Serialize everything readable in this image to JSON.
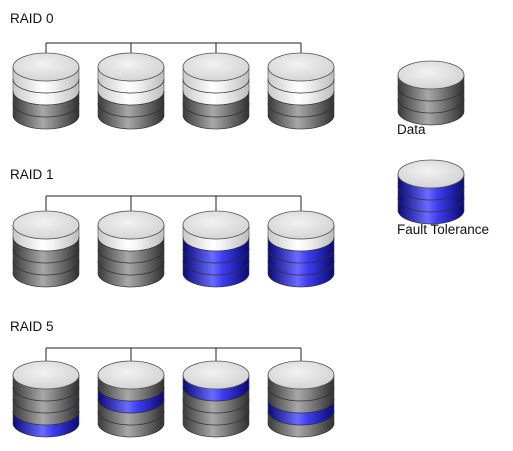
{
  "colors": {
    "data": "#7f7f7f",
    "fault_tolerance": "#2b2bd6",
    "white_layer": "#ececec",
    "top": "#e2e2e2",
    "connector": "#222222"
  },
  "legend": {
    "data_label": "Data",
    "fault_label": "Fault Tolerance",
    "data_icon": "gray-disk-stack-icon",
    "fault_icon": "blue-disk-stack-icon"
  },
  "raid_groups": [
    {
      "label": "RAID 0",
      "disks": [
        [
          "white",
          "white",
          "data",
          "data"
        ],
        [
          "white",
          "white",
          "data",
          "data"
        ],
        [
          "white",
          "white",
          "data",
          "data"
        ],
        [
          "white",
          "white",
          "data",
          "data"
        ]
      ]
    },
    {
      "label": "RAID 1",
      "disks": [
        [
          "white",
          "data",
          "data",
          "data"
        ],
        [
          "white",
          "data",
          "data",
          "data"
        ],
        [
          "white",
          "fault",
          "fault",
          "fault"
        ],
        [
          "white",
          "fault",
          "fault",
          "fault"
        ]
      ]
    },
    {
      "label": "RAID 5",
      "disks": [
        [
          "data",
          "data",
          "data",
          "fault"
        ],
        [
          "data",
          "fault",
          "data",
          "data"
        ],
        [
          "fault",
          "data",
          "data",
          "data"
        ],
        [
          "data",
          "data",
          "fault",
          "data"
        ]
      ]
    }
  ]
}
